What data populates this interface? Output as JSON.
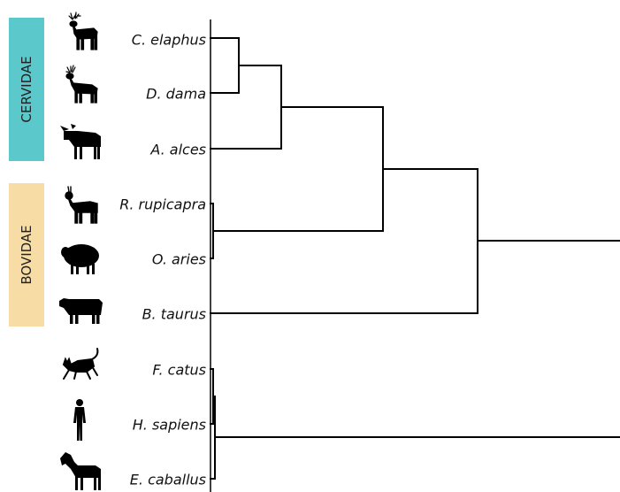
{
  "families": [
    {
      "label": "CERVIDAE",
      "color": "#5bc8cc"
    },
    {
      "label": "BOVIDAE",
      "color": "#f8dca6"
    }
  ],
  "leaves": [
    {
      "label": "C. elaphus",
      "icon": "red-deer-icon"
    },
    {
      "label": "D. dama",
      "icon": "fallow-deer-icon"
    },
    {
      "label": "A. alces",
      "icon": "moose-icon"
    },
    {
      "label": "R. rupicapra",
      "icon": "chamois-icon"
    },
    {
      "label": "O. aries",
      "icon": "sheep-icon"
    },
    {
      "label": "B. taurus",
      "icon": "cow-icon"
    },
    {
      "label": "F. catus",
      "icon": "cat-icon"
    },
    {
      "label": "H. sapiens",
      "icon": "human-icon"
    },
    {
      "label": "E. caballus",
      "icon": "horse-icon"
    }
  ],
  "line_color": "#000000"
}
